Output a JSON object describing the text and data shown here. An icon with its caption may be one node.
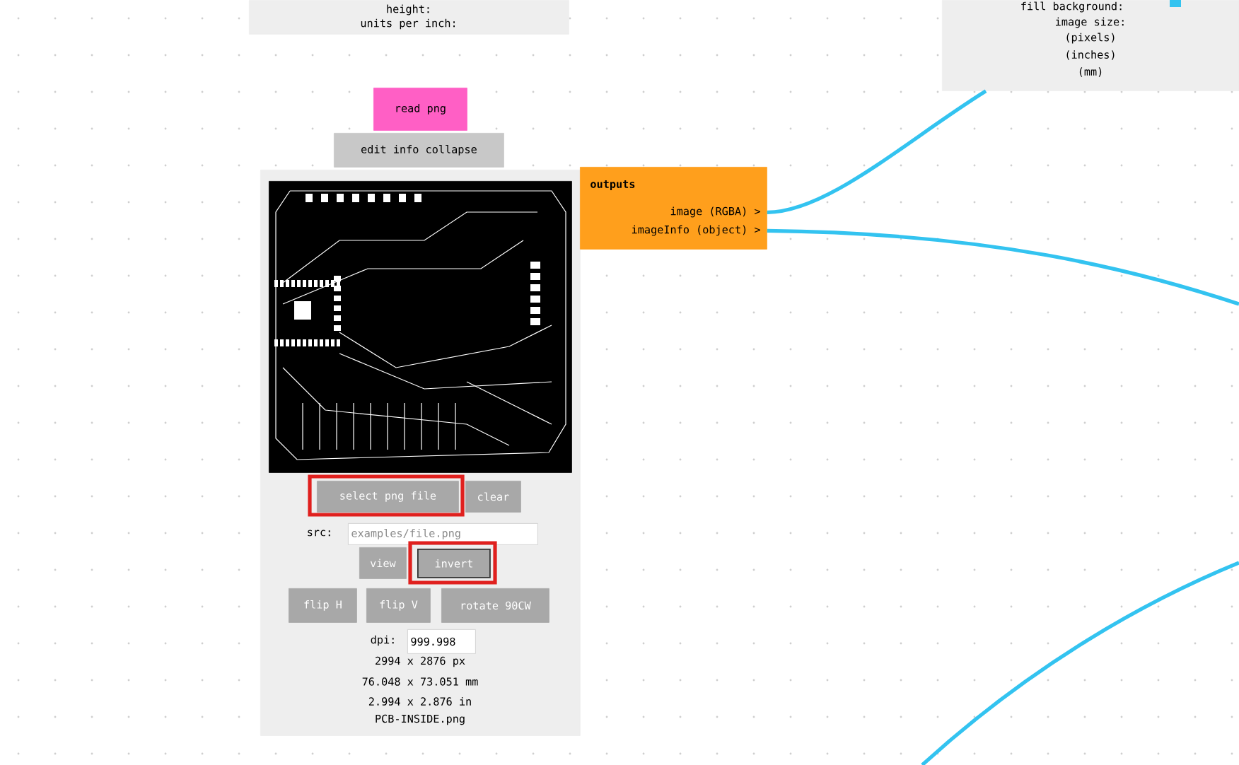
{
  "diagram": {
    "nodes": [
      {
        "text": [
          "height:",
          "units per inch:"
        ]
      },
      {
        "text": [
          "fill background:",
          "image size:",
          "(pixels)",
          "(inches)",
          "(mm)"
        ]
      },
      {
        "text": [
          "read png"
        ]
      },
      {
        "text": [
          "edit info collapse"
        ]
      },
      {
        "text": [
          "src:",
          "dpi:",
          "2994 x 2876 px",
          "76.048 x 73.051 mm",
          "2.994 x 2.876 in",
          "PCB-INSIDE.png"
        ]
      },
      {
        "text": [],
        "shape": "picture",
        "in": 4
      },
      {
        "text": [
          "select png file"
        ],
        "in": 4
      },
      {
        "text": [
          "clear"
        ],
        "in": 4
      },
      {
        "text": [
          "examples/file.png"
        ],
        "in": 4
      },
      {
        "text": [
          "view"
        ],
        "in": 4
      },
      {
        "text": [
          "invert"
        ],
        "in": 4
      },
      {
        "text": [
          "flip H"
        ],
        "in": 4
      },
      {
        "text": [
          "flip V"
        ],
        "in": 4
      },
      {
        "text": [
          "rotate 90CW"
        ],
        "in": 4
      },
      {
        "text": [
          "999.998"
        ],
        "in": 4
      },
      {
        "text": [
          "outputs",
          "image (RGBA) >",
          "imageInfo (object) >"
        ]
      }
    ],
    "edges": [
      {
        "from": 15,
        "to": 1,
        "arrow": "none"
      },
      {
        "from": 15,
        "to": null,
        "arrow": "none"
      }
    ]
  }
}
